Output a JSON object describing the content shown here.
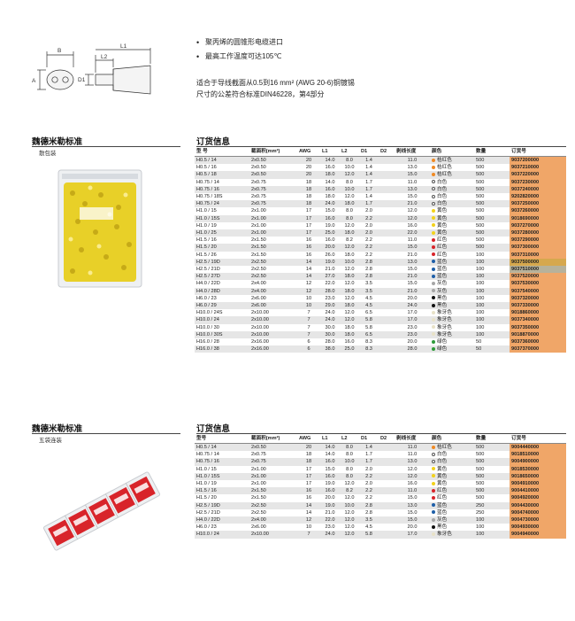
{
  "bullets": [
    "聚丙烯的圆锥形电缆进口",
    "最高工作温度可达105℃"
  ],
  "description": [
    "适合于导线截面从0.5到16 mm² (AWG 20-6)铜镀锡",
    "尺寸的公差符合标准DIN46228，第4部分"
  ],
  "diagram": {
    "labels": {
      "B": "B",
      "A": "A",
      "L1": "L1",
      "L2": "L2",
      "D1": "D1"
    }
  },
  "colors": {
    "orange": "#f08a24",
    "white": "#ffffff",
    "yellow": "#f2d21c",
    "red": "#d8242a",
    "blue": "#1f5fa8",
    "grey": "#a6a6a6",
    "black": "#111111",
    "ivory": "#e8e2c8",
    "green": "#2e9a3a",
    "order_bg": "#f0a668"
  },
  "section1": {
    "title": "魏德米勒标准",
    "subtitle": "散包装",
    "order_title": "订货信息",
    "headers": [
      "型 号",
      "截面积(mm²)",
      "AWG",
      "L1",
      "L2",
      "D1",
      "D2",
      "剥线长度",
      "颜色",
      "数量",
      "订货号"
    ],
    "rows": [
      [
        "H0.5 / 14",
        "2x0.50",
        "20",
        "14.0",
        "8.0",
        "1.4",
        "",
        "11.0",
        "orange",
        "桔红色",
        "500",
        "9037200000"
      ],
      [
        "H0.5 / 16",
        "2x0.50",
        "20",
        "16.0",
        "10.0",
        "1.4",
        "",
        "13.0",
        "orange",
        "桔红色",
        "500",
        "9037210000"
      ],
      [
        "H0.5 / 18",
        "2x0.50",
        "20",
        "18.0",
        "12.0",
        "1.4",
        "",
        "15.0",
        "orange",
        "桔红色",
        "500",
        "9037220000"
      ],
      [
        "H0.75 / 14",
        "2x0.75",
        "18",
        "14.0",
        "8.0",
        "1.7",
        "",
        "11.0",
        "white",
        "白色",
        "500",
        "9037230000"
      ],
      [
        "H0.75 / 16",
        "2x0.75",
        "18",
        "16.0",
        "10.0",
        "1.7",
        "",
        "13.0",
        "white",
        "白色",
        "500",
        "9037240000"
      ],
      [
        "H0.75 / 18S",
        "2x0.75",
        "18",
        "18.0",
        "12.0",
        "1.4",
        "",
        "15.0",
        "white",
        "白色",
        "500",
        "9202820000"
      ],
      [
        "H0.75 / 24",
        "2x0.75",
        "18",
        "24.0",
        "18.0",
        "1.7",
        "",
        "21.0",
        "white",
        "白色",
        "500",
        "9037250000"
      ],
      [
        "H1.0 / 15",
        "2x1.00",
        "17",
        "15.0",
        "8.0",
        "2.0",
        "",
        "12.0",
        "yellow",
        "黄色",
        "500",
        "9037260000"
      ],
      [
        "H1.0 / 15S",
        "2x1.00",
        "17",
        "16.0",
        "8.0",
        "2.2",
        "",
        "12.0",
        "yellow",
        "黄色",
        "500",
        "9018690000"
      ],
      [
        "H1.0 / 19",
        "2x1.00",
        "17",
        "19.0",
        "12.0",
        "2.0",
        "",
        "16.0",
        "yellow",
        "黄色",
        "500",
        "9037270000"
      ],
      [
        "H1.0 / 25",
        "2x1.00",
        "17",
        "25.0",
        "18.0",
        "2.0",
        "",
        "22.0",
        "yellow",
        "黄色",
        "500",
        "9037280000"
      ],
      [
        "H1.5 / 16",
        "2x1.50",
        "16",
        "16.0",
        "8.2",
        "2.2",
        "",
        "11.0",
        "red",
        "红色",
        "500",
        "9037290000"
      ],
      [
        "H1.5 / 20",
        "2x1.50",
        "16",
        "20.0",
        "12.0",
        "2.2",
        "",
        "15.0",
        "red",
        "红色",
        "500",
        "9037300000"
      ],
      [
        "H1.5 / 26",
        "2x1.50",
        "16",
        "26.0",
        "18.0",
        "2.2",
        "",
        "21.0",
        "red",
        "红色",
        "100",
        "9037310000"
      ],
      [
        "H2.5 / 19D",
        "2x2.50",
        "14",
        "19.0",
        "10.0",
        "2.8",
        "",
        "13.0",
        "blue",
        "蓝色",
        "100",
        "9037500000"
      ],
      [
        "H2.5 / 21D",
        "2x2.50",
        "14",
        "21.0",
        "12.0",
        "2.8",
        "",
        "15.0",
        "blue",
        "蓝色",
        "100",
        "9037510000"
      ],
      [
        "H2.5 / 27D",
        "2x2.50",
        "14",
        "27.0",
        "18.0",
        "2.8",
        "",
        "21.0",
        "blue",
        "蓝色",
        "100",
        "9037520000"
      ],
      [
        "H4.0 / 22D",
        "2x4.00",
        "12",
        "22.0",
        "12.0",
        "3.5",
        "",
        "15.0",
        "grey",
        "灰色",
        "100",
        "9037530000"
      ],
      [
        "H4.0 / 28D",
        "2x4.00",
        "12",
        "28.0",
        "18.0",
        "3.5",
        "",
        "21.0",
        "grey",
        "灰色",
        "100",
        "9037540000"
      ],
      [
        "H6.0 / 23",
        "2x6.00",
        "10",
        "23.0",
        "12.0",
        "4.5",
        "",
        "20.0",
        "black",
        "黑色",
        "100",
        "9037320000"
      ],
      [
        "H6.0 / 29",
        "2x6.00",
        "10",
        "29.0",
        "18.0",
        "4.5",
        "",
        "24.0",
        "black",
        "黑色",
        "100",
        "9037330000"
      ],
      [
        "H10.0 / 24S",
        "2x10.00",
        "7",
        "24.0",
        "12.0",
        "6.5",
        "",
        "17.0",
        "ivory",
        "象牙色",
        "100",
        "9018860000"
      ],
      [
        "H10.0 / 24",
        "2x10.00",
        "7",
        "24.0",
        "12.0",
        "5.8",
        "",
        "17.0",
        "ivory",
        "象牙色",
        "100",
        "9037340000"
      ],
      [
        "H10.0 / 30",
        "2x10.00",
        "7",
        "30.0",
        "18.0",
        "5.8",
        "",
        "23.0",
        "ivory",
        "象牙色",
        "100",
        "9037350000"
      ],
      [
        "H10.0 / 30S",
        "2x10.00",
        "7",
        "30.0",
        "18.0",
        "6.5",
        "",
        "23.0",
        "ivory",
        "象牙色",
        "100",
        "9018870000"
      ],
      [
        "H16.0 / 28",
        "2x16.00",
        "6",
        "28.0",
        "16.0",
        "8.3",
        "",
        "20.0",
        "green",
        "绿色",
        "50",
        "9037360000"
      ],
      [
        "H16.0 / 38",
        "2x16.00",
        "6",
        "38.0",
        "25.0",
        "8.3",
        "",
        "28.0",
        "green",
        "绿色",
        "50",
        "9037370000"
      ]
    ]
  },
  "section2": {
    "title": "魏德米勒标准",
    "subtitle": "五袋连装",
    "order_title": "订货信息",
    "headers": [
      "型号",
      "截面积(mm²)",
      "AWG",
      "L1",
      "L2",
      "D1",
      "D2",
      "剥线长度",
      "颜色",
      "数量",
      "订货号"
    ],
    "rows": [
      [
        "H0.5 / 14",
        "2x0.50",
        "20",
        "14.0",
        "8.0",
        "1.4",
        "",
        "11.0",
        "orange",
        "桔红色",
        "500",
        "9004440000"
      ],
      [
        "H0.75 / 14",
        "2x0.75",
        "18",
        "14.0",
        "8.0",
        "1.7",
        "",
        "11.0",
        "white",
        "白色",
        "500",
        "9018510000"
      ],
      [
        "H0.75 / 16",
        "2x0.75",
        "18",
        "16.0",
        "10.0",
        "1.7",
        "",
        "13.0",
        "white",
        "白色",
        "500",
        "9004900000"
      ],
      [
        "H1.0 / 15",
        "2x1.00",
        "17",
        "15.0",
        "8.0",
        "2.0",
        "",
        "12.0",
        "yellow",
        "黄色",
        "500",
        "9018530000"
      ],
      [
        "H1.0 / 15S",
        "2x1.00",
        "17",
        "16.0",
        "8.0",
        "2.2",
        "",
        "12.0",
        "yellow",
        "黄色",
        "500",
        "9018650000"
      ],
      [
        "H1.0 / 19",
        "2x1.00",
        "17",
        "19.0",
        "12.0",
        "2.0",
        "",
        "16.0",
        "yellow",
        "黄色",
        "500",
        "9004910000"
      ],
      [
        "H1.5 / 16",
        "2x1.50",
        "16",
        "16.0",
        "8.2",
        "2.2",
        "",
        "11.0",
        "red",
        "红色",
        "500",
        "9004410000"
      ],
      [
        "H1.5 / 20",
        "2x1.50",
        "16",
        "20.0",
        "12.0",
        "2.2",
        "",
        "15.0",
        "red",
        "红色",
        "500",
        "9004920000"
      ],
      [
        "H2.5 / 19D",
        "2x2.50",
        "14",
        "19.0",
        "10.0",
        "2.8",
        "",
        "13.0",
        "blue",
        "蓝色",
        "250",
        "9004430000"
      ],
      [
        "H2.5 / 21D",
        "2x2.50",
        "14",
        "21.0",
        "12.0",
        "2.8",
        "",
        "15.0",
        "blue",
        "蓝色",
        "250",
        "9004740000"
      ],
      [
        "H4.0 / 22D",
        "2x4.00",
        "12",
        "22.0",
        "12.0",
        "3.5",
        "",
        "15.0",
        "grey",
        "灰色",
        "100",
        "9004730000"
      ],
      [
        "H6.0 / 23",
        "2x6.00",
        "10",
        "23.0",
        "12.0",
        "4.5",
        "",
        "20.0",
        "black",
        "黑色",
        "100",
        "9004930000"
      ],
      [
        "H10.0 / 24",
        "2x10.00",
        "7",
        "24.0",
        "12.0",
        "5.8",
        "",
        "17.0",
        "ivory",
        "象牙色",
        "100",
        "9004940000"
      ]
    ]
  }
}
